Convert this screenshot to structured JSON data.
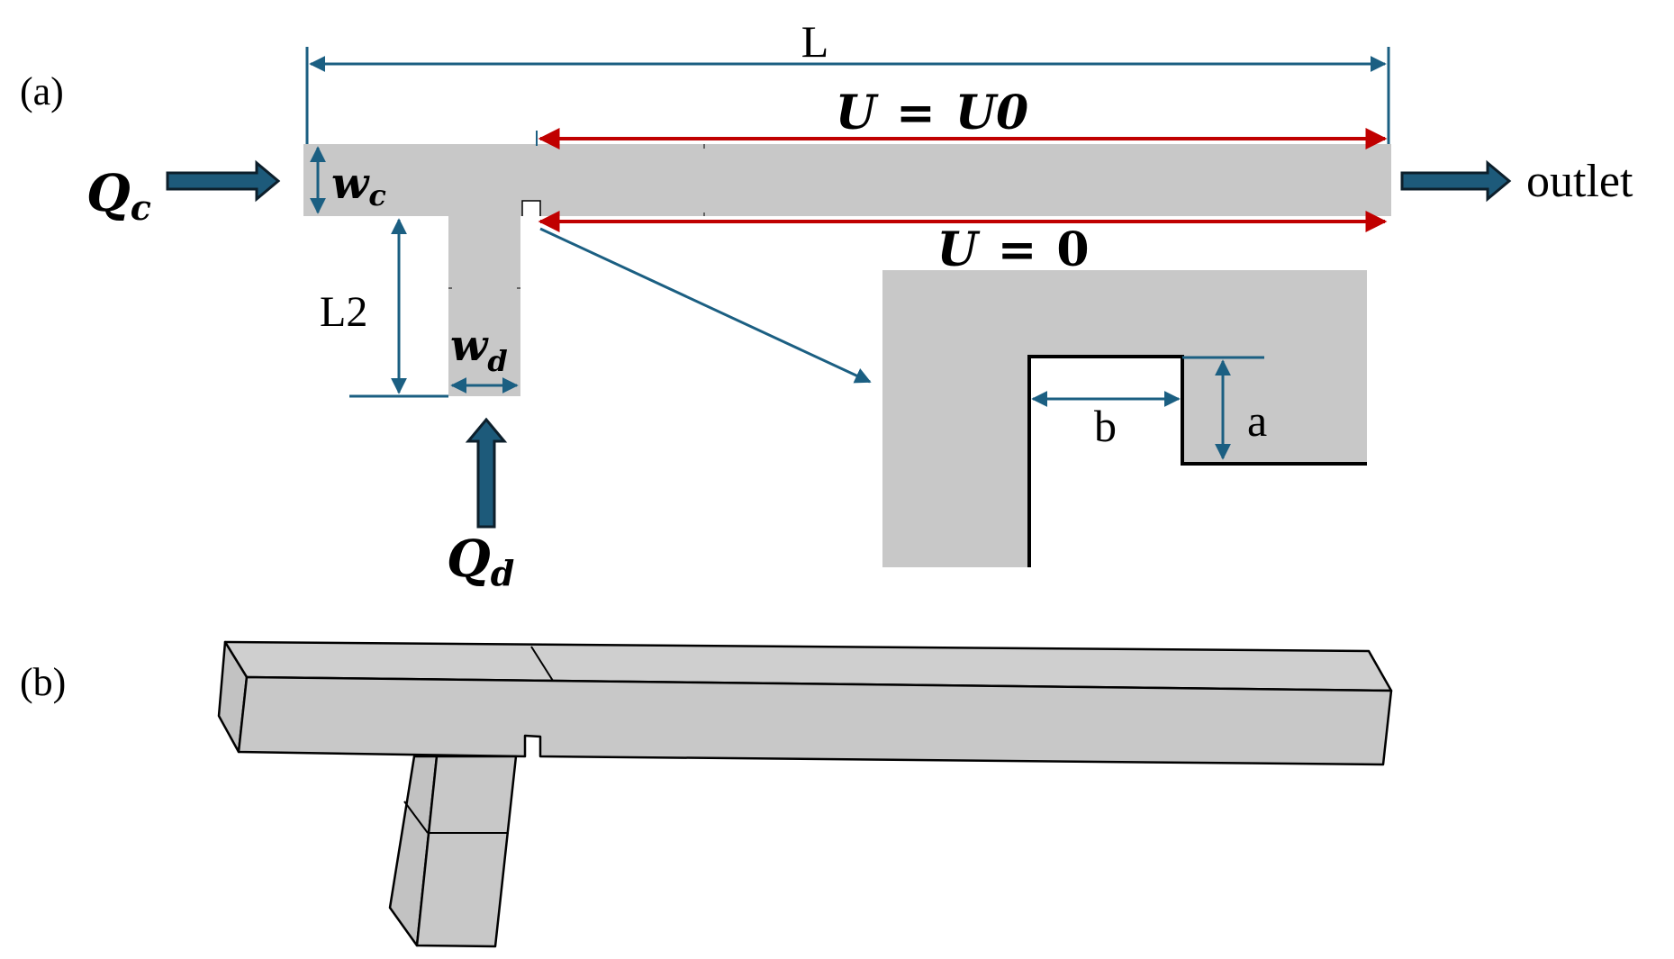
{
  "panel_a": {
    "label": "(a)",
    "dim_L": "L",
    "wall_top": {
      "var": "U",
      "eq": "=",
      "val": "U0"
    },
    "wall_bottom": {
      "var": "U",
      "eq": "=",
      "val": "0"
    },
    "inlet_c": {
      "sym": "Q",
      "sub": "c"
    },
    "inlet_d": {
      "sym": "Q",
      "sub": "d"
    },
    "outlet": "outlet",
    "width_c": {
      "sym": "w",
      "sub": "c"
    },
    "width_d": {
      "sym": "w",
      "sub": "d"
    },
    "dim_L2": "L2",
    "inset": {
      "dim_a": "a",
      "dim_b": "b"
    }
  },
  "panel_b": {
    "label": "(b)"
  },
  "colors": {
    "dimension": "#1b5f82",
    "wall_arrow": "#c00000",
    "flow_arrow_fill": "#1d5a7a",
    "flow_arrow_stroke": "#0d1f2b",
    "channel": "#c8c8c8",
    "edge": "#000000"
  }
}
